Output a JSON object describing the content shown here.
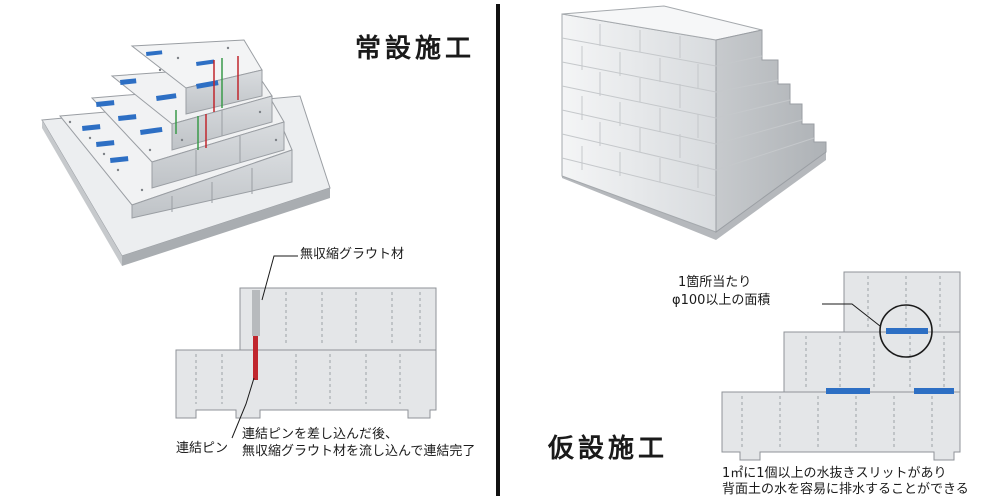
{
  "left": {
    "title": "常設施工",
    "grout_label": "無収縮グラウト材",
    "pin_label": "連結ピン",
    "note_line1": "連結ピンを差し込んだ後、",
    "note_line2": "無収縮グラウト材を流し込んで連結完了"
  },
  "right": {
    "title": "仮設施工",
    "callout_line1": "1箇所当たり",
    "callout_line2": "φ100以上の面積",
    "note_line1": "1㎡に1個以上の水抜きスリットがあり",
    "note_line2": "背面土の水を容易に排水することができる"
  },
  "colors": {
    "block_face": "#e4e6e8",
    "block_top": "#f2f3f4",
    "block_side": "#c9ccd0",
    "slot_blue": "#2d6fc4",
    "grout_red": "#c0262d",
    "outline": "#8f9398"
  }
}
